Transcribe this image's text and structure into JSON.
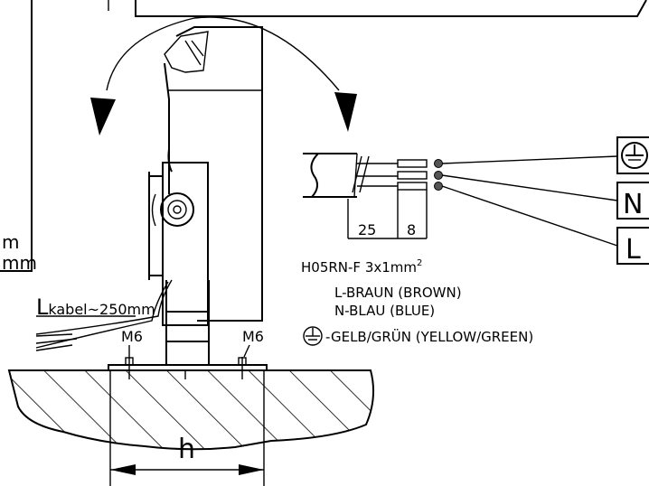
{
  "labels": {
    "dim_25": "25",
    "dim_8": "8",
    "terminal_N": "N",
    "terminal_L": "L",
    "cable_type": "H05RN-F 3x1mm",
    "cable_type_sup": "2",
    "legend_l": "L-BRAUN (BROWN)",
    "legend_n": "N-BLAU (BLUE)",
    "legend_pe": "-GELB/GRÜN (YELLOW/GREEN)",
    "cable_length_prefix": "L",
    "cable_length_rest": "kabel~250mm",
    "bolt_left": "M6",
    "bolt_right": "M6",
    "dim_h": "h",
    "left_frag_1": "m",
    "left_frag_2": "mm"
  },
  "icons": [
    "earth-ground-icon",
    "rotation-arrow-icon"
  ]
}
